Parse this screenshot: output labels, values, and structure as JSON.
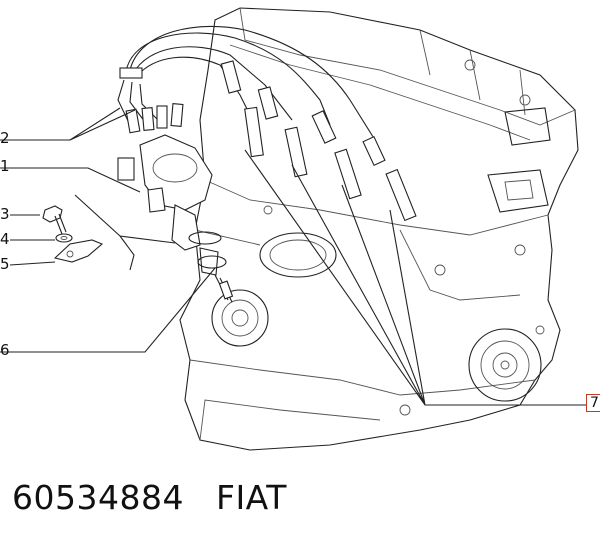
{
  "diagram": {
    "callouts": [
      {
        "id": "c2",
        "label": "2"
      },
      {
        "id": "c1",
        "label": "1"
      },
      {
        "id": "c3",
        "label": "3"
      },
      {
        "id": "c4",
        "label": "4"
      },
      {
        "id": "c5",
        "label": "5"
      },
      {
        "id": "c6",
        "label": "6"
      },
      {
        "id": "c7",
        "label": "7"
      }
    ]
  },
  "footer": {
    "part_number": "60534884",
    "brand": "FIAT"
  },
  "colors": {
    "line": "#222222",
    "callout_box_border": "#c0392b",
    "background": "#ffffff"
  }
}
